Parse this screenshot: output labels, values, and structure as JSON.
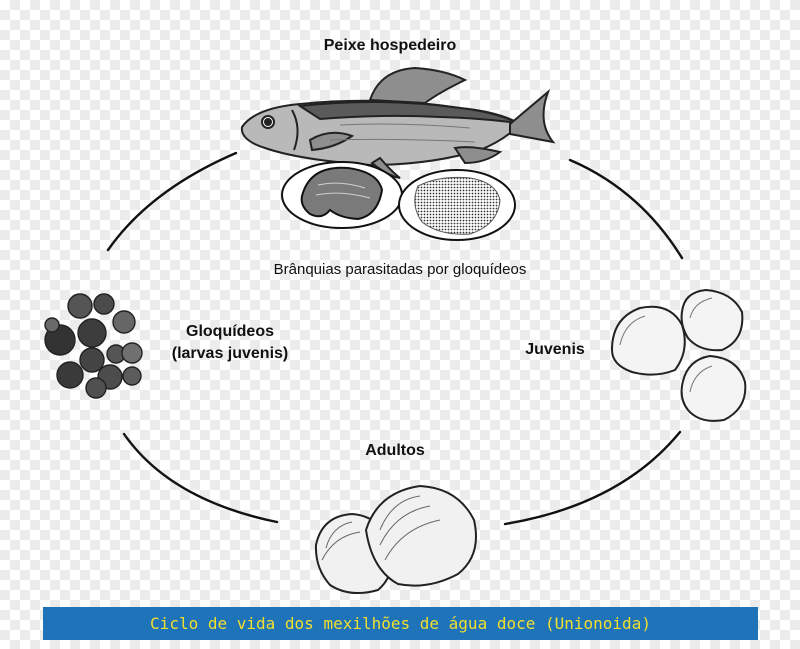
{
  "labels": {
    "host": "Peixe hospedeiro",
    "gills": "Brânquias parasitadas por gloquídeos",
    "glochidia": "Gloquídeos",
    "glochidia_sub": "(larvas juvenis)",
    "juveniles": "Juvenis",
    "adults": "Adultos"
  },
  "caption": "Ciclo de vida dos mexilhões de água doce (Unionoida)",
  "colors": {
    "caption_bg": "#1f73b9",
    "caption_text": "#f3df2e",
    "ink": "#111111",
    "egg_dark": "#3a3a3a",
    "egg_light": "#6a6a6a"
  }
}
